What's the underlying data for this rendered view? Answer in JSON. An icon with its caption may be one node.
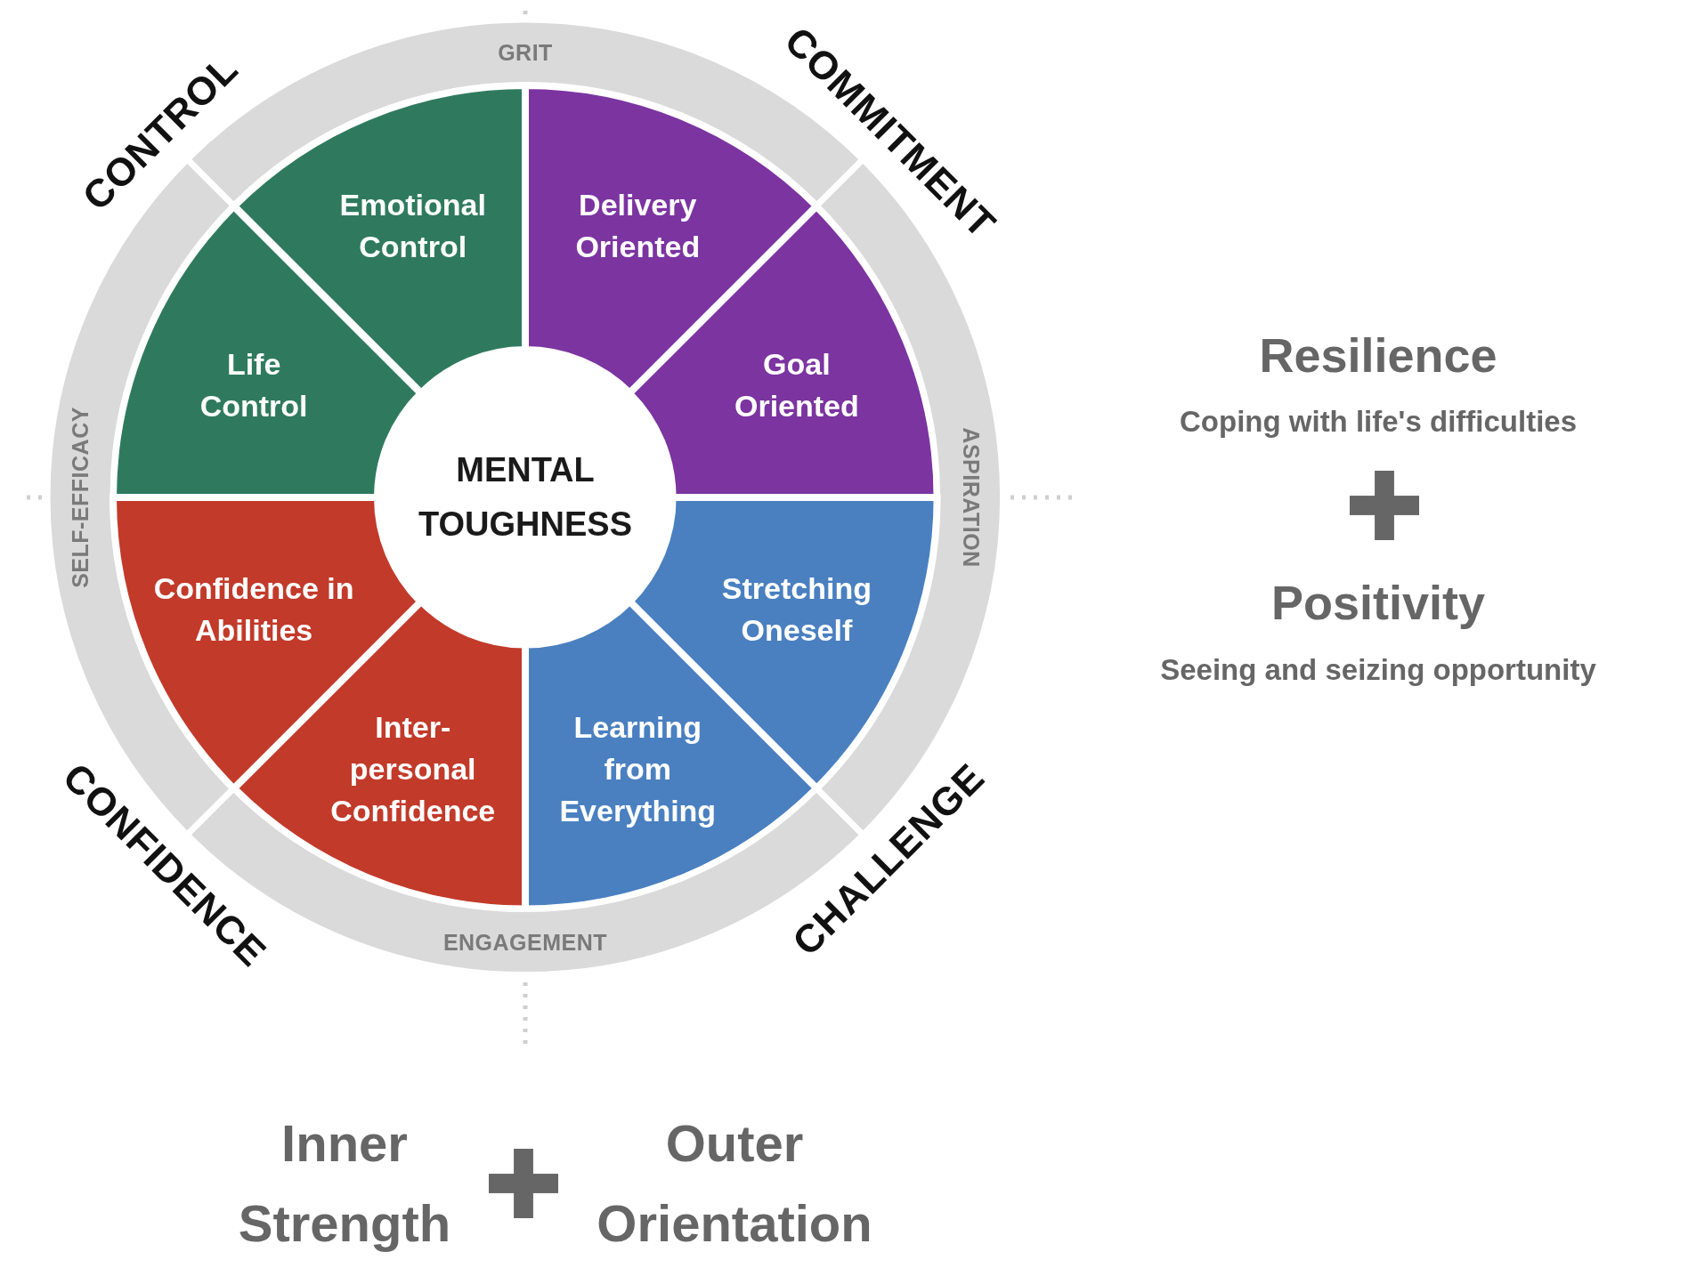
{
  "diagram": {
    "nodes": [
      {
        "text": [
          "GRIT"
        ]
      },
      {
        "text": [
          "Emotional Control"
        ]
      },
      {
        "text": [
          "Delivery Oriented"
        ]
      },
      {
        "text": [
          "Life Control"
        ]
      },
      {
        "text": [
          "Goal Oriented"
        ]
      },
      {
        "text": [
          "SELF-EFFICACY"
        ]
      },
      {
        "text": [
          "MENTAL TOUGHNESS"
        ]
      },
      {
        "text": [
          "ASPIRATION"
        ]
      },
      {
        "text": [
          "Confidence in Abilities"
        ]
      },
      {
        "text": [
          "Stretching Oneself"
        ]
      },
      {
        "text": [
          "Inter- personal Confidence"
        ]
      },
      {
        "text": [
          "Learning from Everything"
        ]
      },
      {
        "text": [
          "ENGAGEMENT"
        ]
      }
    ],
    "labels": [
      "CONTROL",
      "COMMITMENT",
      "Resilience",
      "Coping with life's difficulties",
      "Positivity",
      "Seeing and seizing opportunity",
      "CONFIDENCE",
      "CHALLENGE",
      "Inner Strength",
      "Outer Orientation"
    ]
  }
}
